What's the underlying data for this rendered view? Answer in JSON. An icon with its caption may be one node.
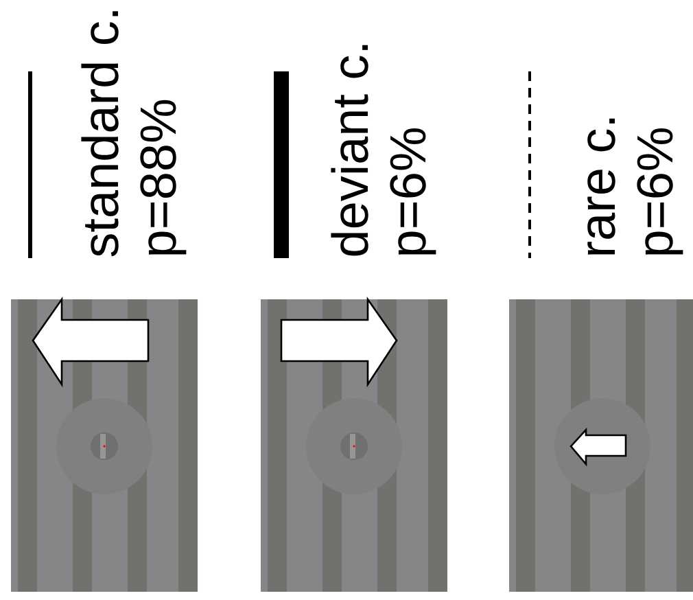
{
  "diagram": {
    "legend": [
      {
        "text": "standard c."
      },
      {
        "text": "deviant c."
      },
      {
        "text": "rare c."
      }
    ],
    "labels": [
      "p=88%",
      "p=6%",
      "p=6%"
    ]
  }
}
